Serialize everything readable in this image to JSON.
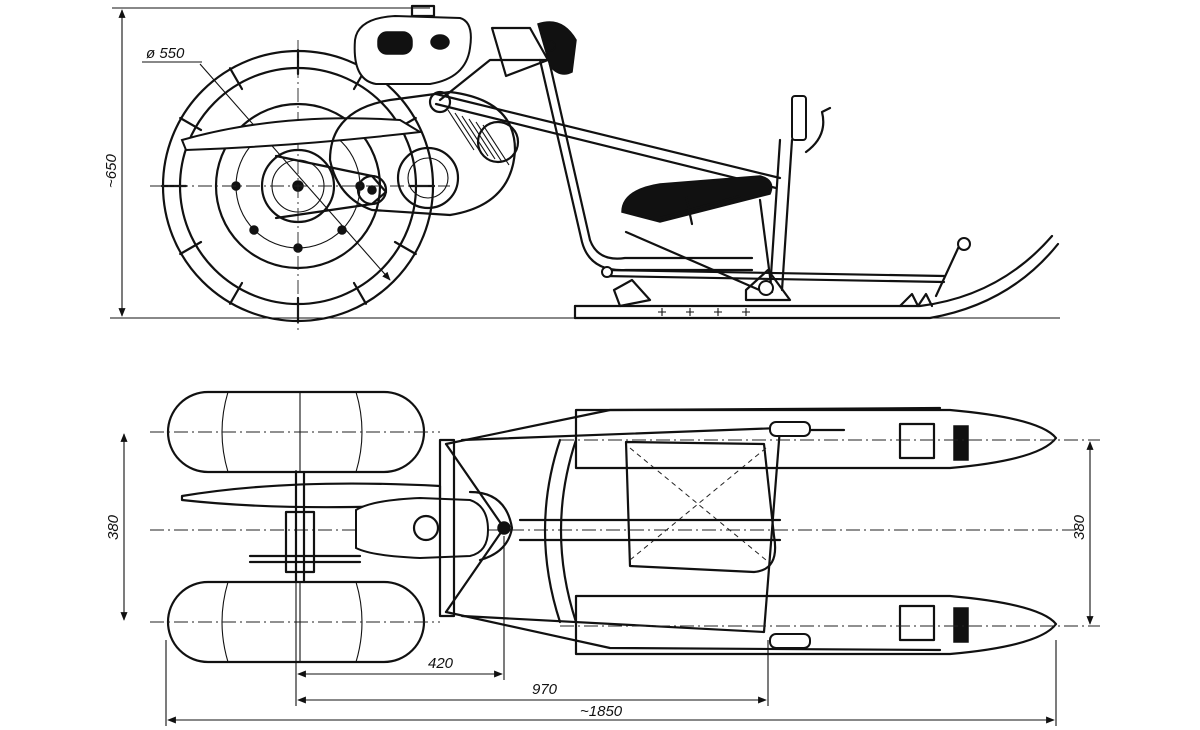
{
  "dimensions": {
    "wheel_diameter": "ø 550",
    "height": "~650",
    "track_left": "380",
    "track_right": "380",
    "offset_420": "420",
    "length_970": "970",
    "overall_length": "~1850"
  },
  "colors": {
    "ink": "#111111",
    "paper": "#ffffff"
  }
}
